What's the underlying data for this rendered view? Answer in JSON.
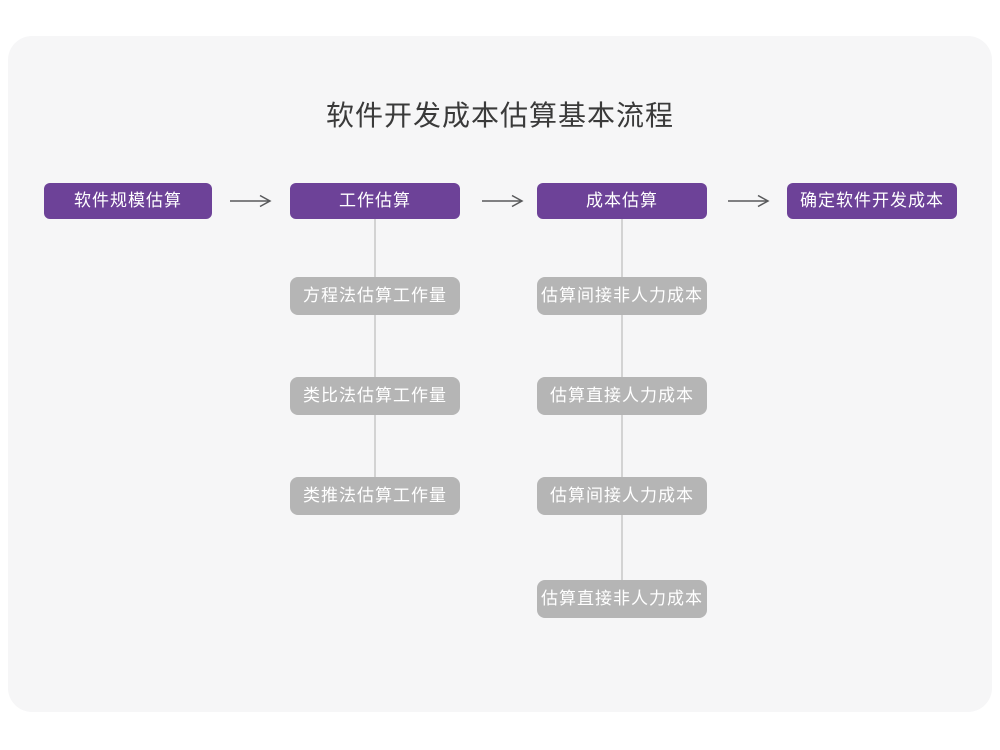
{
  "title": "软件开发成本估算基本流程",
  "colors": {
    "page_bg": "#ffffff",
    "card_bg": "#f6f6f7",
    "primary": "#6d4298",
    "secondary": "#b5b5b5",
    "connector": "#d3d3d3",
    "arrow": "#58595b",
    "title_text": "#3a3a3a",
    "node_text": "#ffffff"
  },
  "flow": {
    "main_steps": [
      {
        "label": "软件规模估算"
      },
      {
        "label": "工作估算"
      },
      {
        "label": "成本估算"
      },
      {
        "label": "确定软件开发成本"
      }
    ],
    "work_estimation_methods": [
      {
        "label": "方程法估算工作量"
      },
      {
        "label": "类比法估算工作量"
      },
      {
        "label": "类推法估算工作量"
      }
    ],
    "cost_estimation_items": [
      {
        "label": "估算间接非人力成本"
      },
      {
        "label": "估算直接人力成本"
      },
      {
        "label": "估算间接人力成本"
      },
      {
        "label": "估算直接非人力成本"
      }
    ]
  }
}
